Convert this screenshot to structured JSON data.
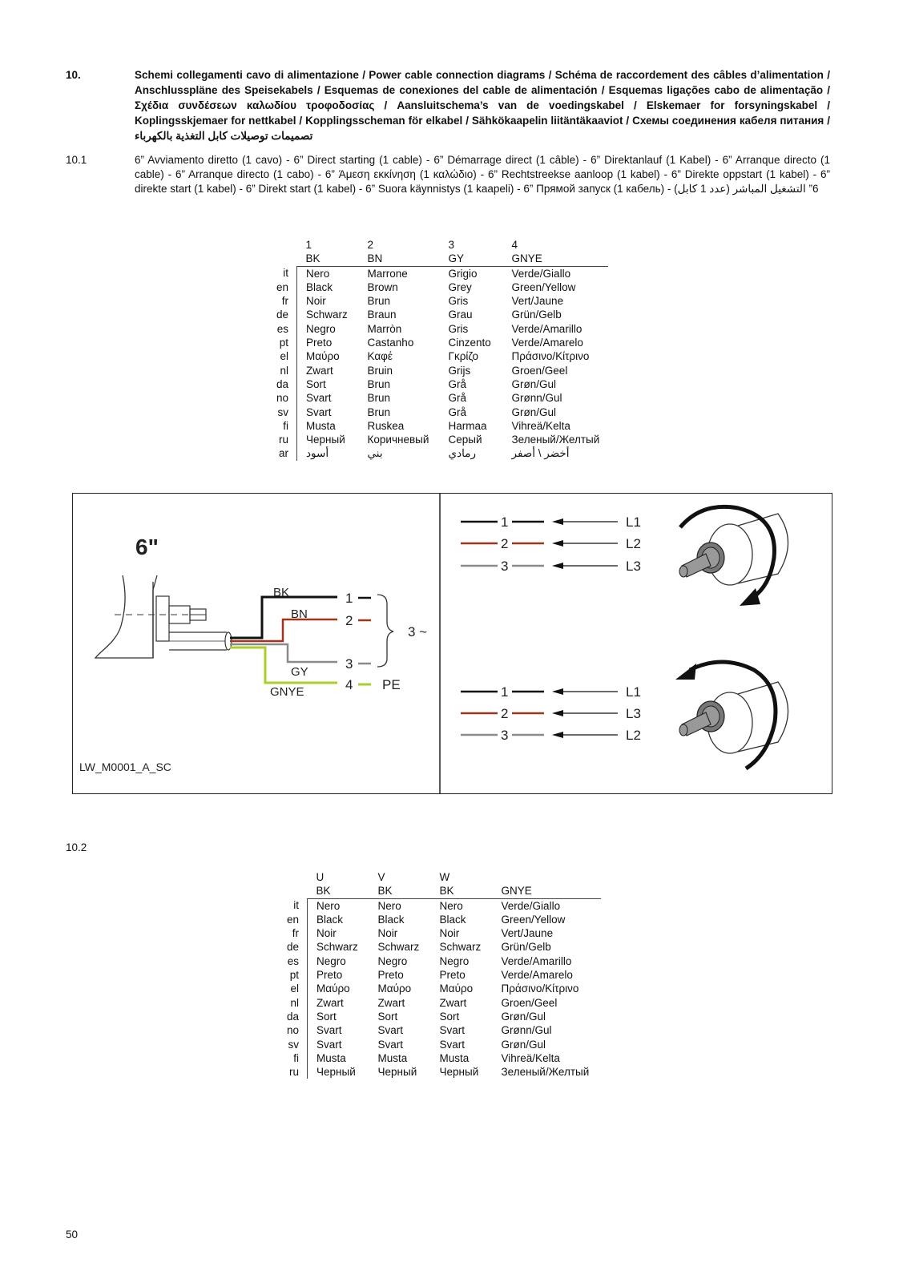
{
  "section": {
    "number": "10.",
    "heading": "Schemi collegamenti cavo di alimentazione / Power cable connection diagrams / Schéma de raccordement des câbles d’alimentation / Anschlusspläne des Speisekabels / Esquemas de conexiones del cable de alimentación / Esquemas ligações cabo de alimentação / Σχέδια συνδέσεων καλωδίου τροφοδοσίας / Aansluitschema’s van de voedingskabel / Elskemaer for forsyningskabel / Koplingsskjemaer for nettkabel / Kopplingsscheman för elkabel / Sähkökaapelin liitäntäkaaviot / Схемы соединения кабеля питания / تصميمات توصيلات كابل التغذية بالكهرباء"
  },
  "sub1": {
    "number": "10.1",
    "text": "6” Avviamento diretto (1 cavo) - 6” Direct starting (1 cable) - 6” Démarrage direct (1 câble) - 6” Direktanlauf (1 Kabel) - 6” Arranque directo (1 cable) - 6” Arranque directo (1 cabo) - 6” Άμεση εκκίνηση (1 καλώδιο) - 6” Rechtstreekse aanloop (1 kabel) - 6” Direkte oppstart (1 kabel) - 6” direkte start (1 kabel) - 6” Direkt start (1 kabel) - 6” Suora käynnistys (1 kaapeli) - 6” Прямой запуск (1 кабель) - ‏6” التشغيل المباشر (عدد 1 كابل)‏"
  },
  "table1": {
    "head_numbers": [
      "1",
      "2",
      "3",
      "4"
    ],
    "head_codes": [
      "BK",
      "BN",
      "GY",
      "GNYE"
    ],
    "rows": [
      {
        "lang": "it",
        "cells": [
          "Nero",
          "Marrone",
          "Grigio",
          "Verde/Giallo"
        ]
      },
      {
        "lang": "en",
        "cells": [
          "Black",
          "Brown",
          "Grey",
          "Green/Yellow"
        ]
      },
      {
        "lang": "fr",
        "cells": [
          "Noir",
          "Brun",
          "Gris",
          "Vert/Jaune"
        ]
      },
      {
        "lang": "de",
        "cells": [
          "Schwarz",
          "Braun",
          "Grau",
          "Grün/Gelb"
        ]
      },
      {
        "lang": "es",
        "cells": [
          "Negro",
          "Marròn",
          "Gris",
          "Verde/Amarillo"
        ]
      },
      {
        "lang": "pt",
        "cells": [
          "Preto",
          "Castanho",
          "Cinzento",
          "Verde/Amarelo"
        ]
      },
      {
        "lang": "el",
        "cells": [
          "Μαύρο",
          "Καφέ",
          "Γκρίζο",
          "Πράσινο/Κίτρινο"
        ]
      },
      {
        "lang": "nl",
        "cells": [
          "Zwart",
          "Bruin",
          "Grijs",
          "Groen/Geel"
        ]
      },
      {
        "lang": "da",
        "cells": [
          "Sort",
          "Brun",
          "Grå",
          "Grøn/Gul"
        ]
      },
      {
        "lang": "no",
        "cells": [
          "Svart",
          "Brun",
          "Grå",
          "Grønn/Gul"
        ]
      },
      {
        "lang": "sv",
        "cells": [
          "Svart",
          "Brun",
          "Grå",
          "Grøn/Gul"
        ]
      },
      {
        "lang": "fi",
        "cells": [
          "Musta",
          "Ruskea",
          "Harmaa",
          "Vihreä/Kelta"
        ]
      },
      {
        "lang": "ru",
        "cells": [
          "Черный",
          "Коричневый",
          "Серый",
          "Зеленый/Желтый"
        ]
      },
      {
        "lang": "ar",
        "cells": [
          "أسود",
          "بني",
          "رمادي",
          "أخضر \\ أصفر"
        ]
      }
    ]
  },
  "diagram": {
    "size_label": "6\"",
    "wire_labels": [
      "BK",
      "BN",
      "GY",
      "GNYE"
    ],
    "terminal_numbers": [
      "1",
      "2",
      "3",
      "4"
    ],
    "phase_label": "3 ~",
    "pe_label": "PE",
    "rotation1": {
      "numbers": [
        "1",
        "2",
        "3"
      ],
      "lines": [
        "L1",
        "L2",
        "L3"
      ]
    },
    "rotation2": {
      "numbers": [
        "1",
        "2",
        "3"
      ],
      "lines": [
        "L1",
        "L3",
        "L2"
      ]
    },
    "code": "LW_M0001_A_SC",
    "colors": {
      "black": "#111111",
      "brown": "#a0341c",
      "grey": "#8a8a8a",
      "greenyellow": "#a8cf2a"
    }
  },
  "sub2": {
    "number": "10.2"
  },
  "table2": {
    "head_letters": [
      "U",
      "V",
      "W",
      ""
    ],
    "head_codes": [
      "BK",
      "BK",
      "BK",
      "GNYE"
    ],
    "rows": [
      {
        "lang": "it",
        "cells": [
          "Nero",
          "Nero",
          "Nero",
          "Verde/Giallo"
        ]
      },
      {
        "lang": "en",
        "cells": [
          "Black",
          "Black",
          "Black",
          "Green/Yellow"
        ]
      },
      {
        "lang": "fr",
        "cells": [
          "Noir",
          "Noir",
          "Noir",
          "Vert/Jaune"
        ]
      },
      {
        "lang": "de",
        "cells": [
          "Schwarz",
          "Schwarz",
          "Schwarz",
          "Grün/Gelb"
        ]
      },
      {
        "lang": "es",
        "cells": [
          "Negro",
          "Negro",
          "Negro",
          "Verde/Amarillo"
        ]
      },
      {
        "lang": "pt",
        "cells": [
          "Preto",
          "Preto",
          "Preto",
          "Verde/Amarelo"
        ]
      },
      {
        "lang": "el",
        "cells": [
          "Μαύρο",
          "Μαύρο",
          "Μαύρο",
          "Πράσινο/Κίτρινο"
        ]
      },
      {
        "lang": "nl",
        "cells": [
          "Zwart",
          "Zwart",
          "Zwart",
          "Groen/Geel"
        ]
      },
      {
        "lang": "da",
        "cells": [
          "Sort",
          "Sort",
          "Sort",
          "Grøn/Gul"
        ]
      },
      {
        "lang": "no",
        "cells": [
          "Svart",
          "Svart",
          "Svart",
          "Grønn/Gul"
        ]
      },
      {
        "lang": "sv",
        "cells": [
          "Svart",
          "Svart",
          "Svart",
          "Grøn/Gul"
        ]
      },
      {
        "lang": "fi",
        "cells": [
          "Musta",
          "Musta",
          "Musta",
          "Vihreä/Kelta"
        ]
      },
      {
        "lang": "ru",
        "cells": [
          "Черный",
          "Черный",
          "Черный",
          "Зеленый/Желтый"
        ]
      }
    ]
  },
  "page_number": "50"
}
